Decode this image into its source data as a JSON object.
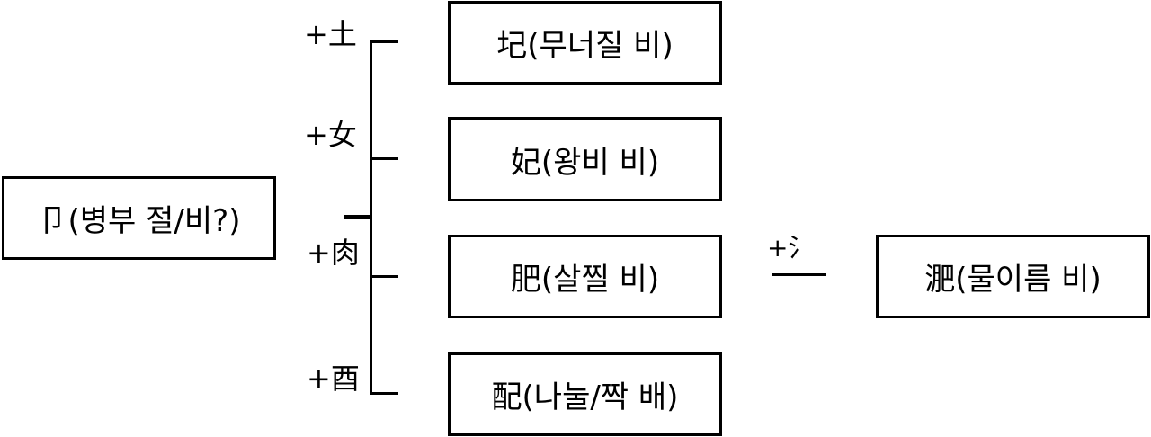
{
  "source": {
    "text": "卩(병부 절/비?)"
  },
  "branches": [
    {
      "operator": "+土",
      "result": "圮(무너질 비)"
    },
    {
      "operator": "+女",
      "result": "妃(왕비 비)"
    },
    {
      "operator": "+肉",
      "result": "肥(살찔 비)"
    },
    {
      "operator": "+酉",
      "result": "配(나눌/짝 배)"
    }
  ],
  "extension": {
    "operator": "+氵",
    "result": "淝(물이름 비)"
  },
  "colors": {
    "stroke": "#000000",
    "background": "#ffffff"
  }
}
